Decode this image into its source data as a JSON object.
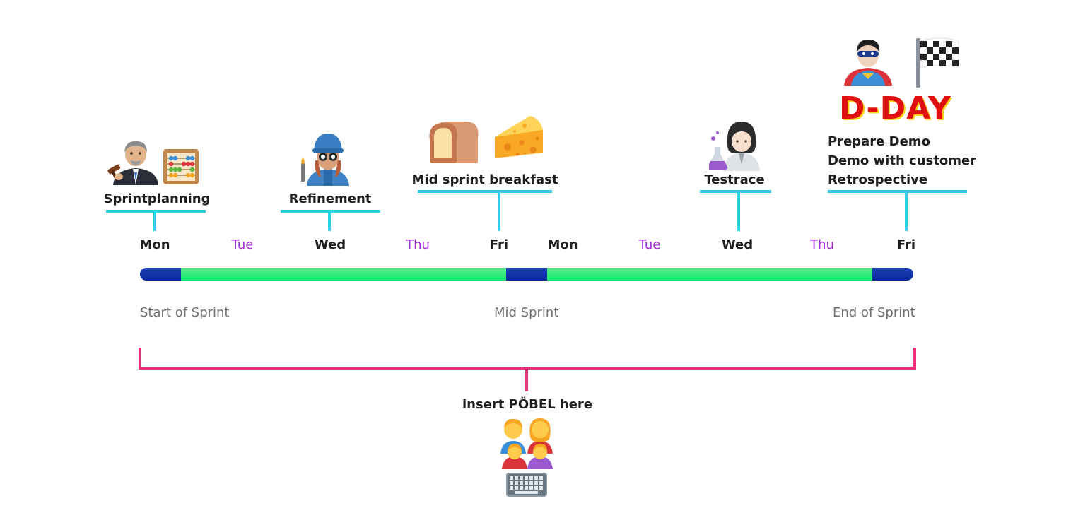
{
  "events": {
    "sprintplanning": "Sprintplanning",
    "refinement": "Refinement",
    "breakfast": "Mid sprint breakfast",
    "testrace": "Testrace",
    "dday_title": "D-DAY",
    "dday_items": [
      "Prepare Demo",
      "Demo with customer",
      "Retrospective"
    ]
  },
  "days": [
    {
      "label": "Mon",
      "kind": "major"
    },
    {
      "label": "Tue",
      "kind": "minor"
    },
    {
      "label": "Wed",
      "kind": "major"
    },
    {
      "label": "Thu",
      "kind": "minor"
    },
    {
      "label": "Fri",
      "kind": "major"
    },
    {
      "label": "Mon",
      "kind": "major"
    },
    {
      "label": "Tue",
      "kind": "minor"
    },
    {
      "label": "Wed",
      "kind": "major"
    },
    {
      "label": "Thu",
      "kind": "minor"
    },
    {
      "label": "Fri",
      "kind": "major"
    }
  ],
  "timeline_labels": {
    "start": "Start of Sprint",
    "mid": "Mid Sprint",
    "end": "End of Sprint"
  },
  "footer": {
    "text": "insert PÖBEL here"
  },
  "icons": [
    "judge-icon",
    "abacus-icon",
    "factory-worker-icon",
    "bread-icon",
    "cheese-icon",
    "scientist-icon",
    "superhero-icon",
    "checkered-flag-icon",
    "family-icon",
    "keyboard-icon"
  ],
  "colors": {
    "cyan": "#33cfe8",
    "pink": "#e4317a",
    "green": "#17e46d",
    "blue": "#0a2a99",
    "purple": "#a32fd6",
    "dday_red": "#e01010",
    "dday_yellow": "#ffd21a"
  }
}
